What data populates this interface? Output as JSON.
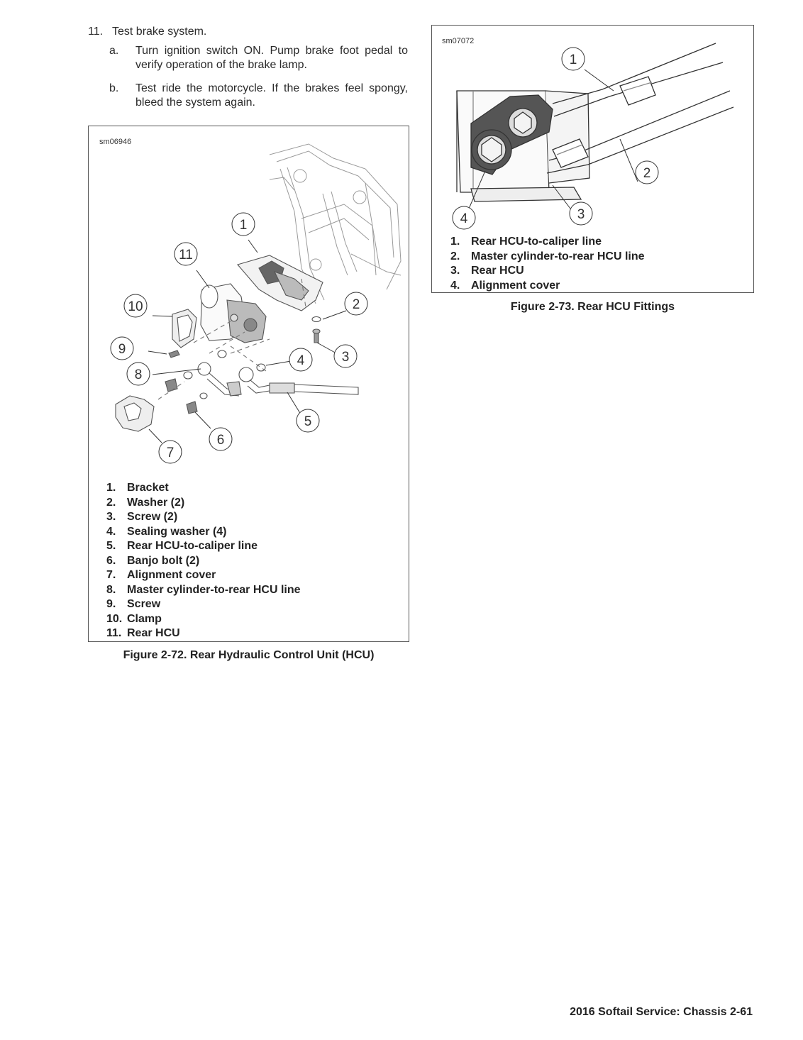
{
  "step": {
    "number": "11.",
    "title": "Test brake system.",
    "substeps": [
      {
        "letter": "a.",
        "text": "Turn ignition switch ON. Pump brake foot pedal to verify operation of the brake lamp."
      },
      {
        "letter": "b.",
        "text": "Test ride the motorcycle. If the brakes feel spongy, bleed the system again."
      }
    ]
  },
  "figure72": {
    "id": "sm06946",
    "callouts": [
      "1",
      "2",
      "3",
      "4",
      "5",
      "6",
      "7",
      "8",
      "9",
      "10",
      "11"
    ],
    "legend": [
      {
        "n": "1.",
        "label": "Bracket"
      },
      {
        "n": "2.",
        "label": "Washer (2)"
      },
      {
        "n": "3.",
        "label": "Screw (2)"
      },
      {
        "n": "4.",
        "label": "Sealing washer (4)"
      },
      {
        "n": "5.",
        "label": "Rear HCU-to-caliper line"
      },
      {
        "n": "6.",
        "label": "Banjo bolt (2)"
      },
      {
        "n": "7.",
        "label": "Alignment cover"
      },
      {
        "n": "8.",
        "label": "Master cylinder-to-rear HCU line"
      },
      {
        "n": "9.",
        "label": "Screw"
      },
      {
        "n": "10.",
        "label": "Clamp"
      },
      {
        "n": "11.",
        "label": "Rear HCU"
      }
    ],
    "caption": "Figure 2-72. Rear Hydraulic Control Unit (HCU)"
  },
  "figure73": {
    "id": "sm07072",
    "callouts": [
      "1",
      "2",
      "3",
      "4"
    ],
    "legend": [
      {
        "n": "1.",
        "label": "Rear HCU-to-caliper line"
      },
      {
        "n": "2.",
        "label": "Master cylinder-to-rear HCU line"
      },
      {
        "n": "3.",
        "label": "Rear HCU"
      },
      {
        "n": "4.",
        "label": "Alignment cover"
      }
    ],
    "caption": "Figure 2-73. Rear HCU Fittings"
  },
  "footer": "2016 Softail Service:  Chassis  2-61"
}
